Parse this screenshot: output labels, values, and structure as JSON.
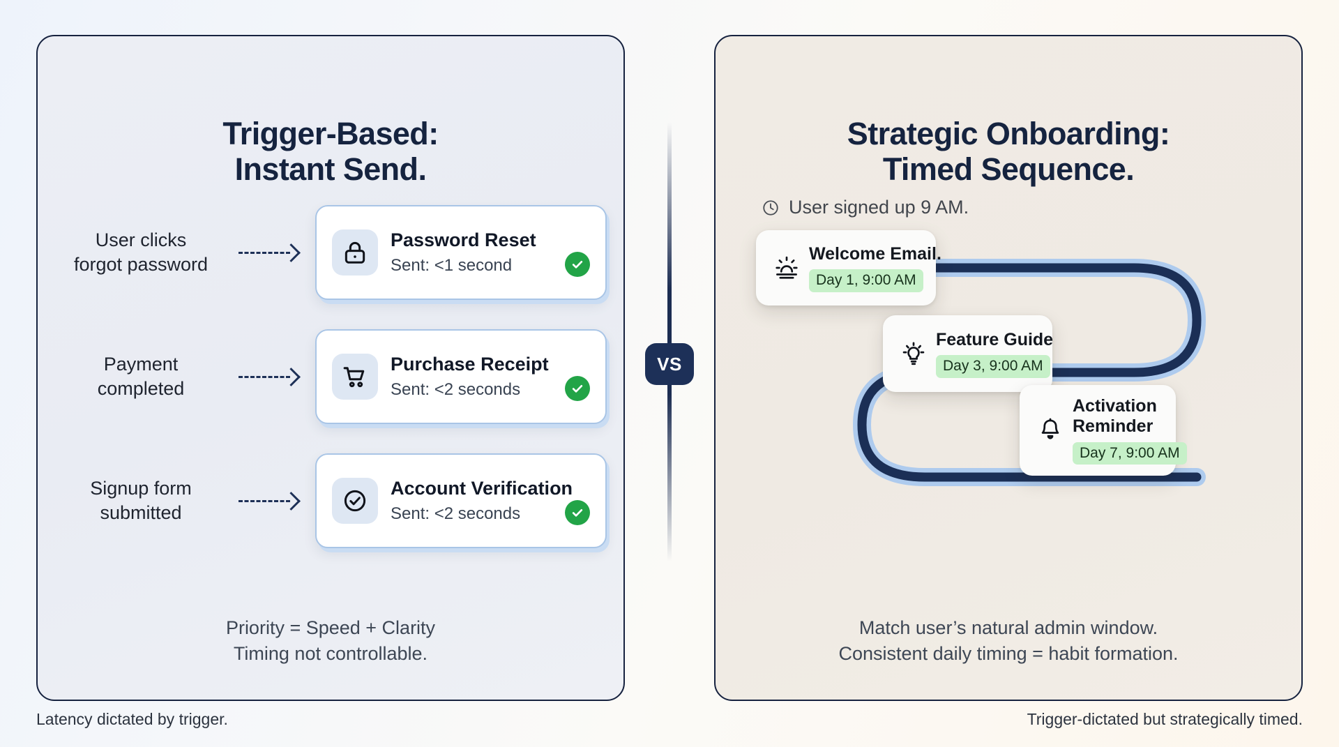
{
  "left_panel": {
    "title_lines": [
      "Trigger-Based:",
      "Instant Send."
    ],
    "rows": [
      {
        "trigger_lines": [
          "User clicks",
          "forgot password"
        ],
        "icon": "lock-icon",
        "title": "Password Reset",
        "subtitle": "Sent: <1 second",
        "status": "check-icon"
      },
      {
        "trigger_lines": [
          "Payment",
          "completed"
        ],
        "icon": "shopping-cart-icon",
        "title": "Purchase Receipt",
        "subtitle": "Sent: <2 seconds",
        "status": "check-icon"
      },
      {
        "trigger_lines": [
          "Signup form",
          "submitted"
        ],
        "icon": "check-circle-icon",
        "title": "Account Verification",
        "subtitle": "Sent: <2 seconds",
        "status": "check-icon"
      }
    ],
    "footnote_lines": [
      "Priority = Speed + Clarity",
      "Timing not controllable."
    ],
    "caption": "Latency dictated by trigger."
  },
  "divider": {
    "badge_label": "VS"
  },
  "right_panel": {
    "title_lines": [
      "Strategic Onboarding:",
      "Timed Sequence."
    ],
    "signup_note": "User signed up 9 AM.",
    "signup_icon": "clock-icon",
    "steps": [
      {
        "icon": "sunrise-icon",
        "title_lines": [
          "Welcome Email."
        ],
        "schedule": "Day 1, 9:00 AM"
      },
      {
        "icon": "lightbulb-icon",
        "title_lines": [
          "Feature Guide"
        ],
        "schedule": "Day 3, 9:00 AM"
      },
      {
        "icon": "bell-icon",
        "title_lines": [
          "Activation",
          "Reminder"
        ],
        "schedule": "Day 7, 9:00 AM"
      }
    ],
    "footnote_lines": [
      "Match user’s natural admin window.",
      "Consistent daily timing = habit formation."
    ],
    "caption": "Trigger-dictated but strategically timed."
  },
  "colors": {
    "navy": "#15233f",
    "path_dark": "#1b2f56",
    "path_light": "#aecbee",
    "green_badge": "#22a447",
    "green_pill": "#c6f0c8",
    "card_border_blue": "#a9c5e6",
    "icon_tile_blue": "#dee7f3"
  }
}
